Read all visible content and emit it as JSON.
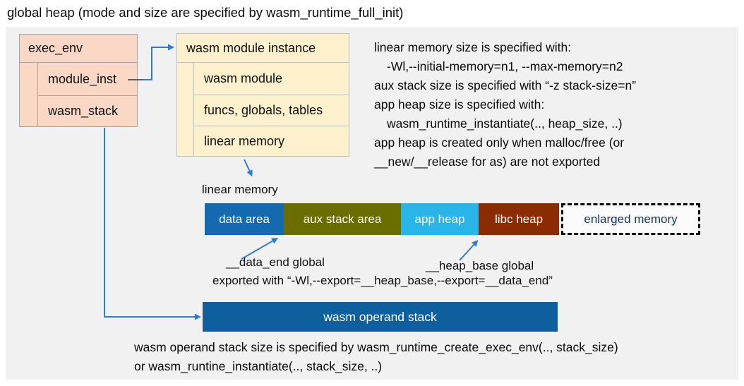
{
  "title": "global heap (mode and size are specified by wasm_runtime_full_init)",
  "exec_env_box": {
    "header": "exec_env",
    "rows": [
      "module_inst",
      "wasm_stack"
    ]
  },
  "module_instance_box": {
    "header": "wasm module instance",
    "rows": [
      "wasm module",
      "funcs, globals, tables",
      "linear memory"
    ]
  },
  "right_notes": [
    "linear memory size is specified with:",
    "-Wl,--initial-memory=n1, --max-memory=n2",
    "aux stack size is specified with “-z stack-size=n”",
    "app heap size is specified with:",
    "wasm_runtime_instantiate(.., heap_size, ..)",
    "app heap is created only when malloc/free (or",
    "__new/__release for as) are not exported"
  ],
  "linear_memory": {
    "label": "linear memory",
    "segments": [
      {
        "label": "data area",
        "color": "#1569ae"
      },
      {
        "label": "aux stack area",
        "color": "#6a6d00"
      },
      {
        "label": "app heap",
        "color": "#29b5ea"
      },
      {
        "label": "libc heap",
        "color": "#8a2b02"
      },
      {
        "label": "enlarged memory",
        "color": "#fbfbfb",
        "text_color": "#17365d",
        "border": "dashed-black"
      }
    ]
  },
  "annotations": {
    "data_end_global": "__data_end global",
    "heap_base_global": "__heap_base global",
    "export_note": "exported with “-Wl,--export=__heap_base,--export=__data_end”"
  },
  "operand_stack": {
    "label": "wasm operand stack",
    "notes": [
      "wasm operand stack size is specified by wasm_runtime_create_exec_env(.., stack_size)",
      "or wasm_runtine_instantiate(.., stack_size, ..)"
    ]
  },
  "colors": {
    "canvas_bg": "#f1f1f1",
    "exec_env_fill": "#fbd7c6",
    "module_instance_fill": "#fdf0cc",
    "operand_stack_fill": "#0d5f9e",
    "arrow_blue": "#2e7dd2"
  }
}
